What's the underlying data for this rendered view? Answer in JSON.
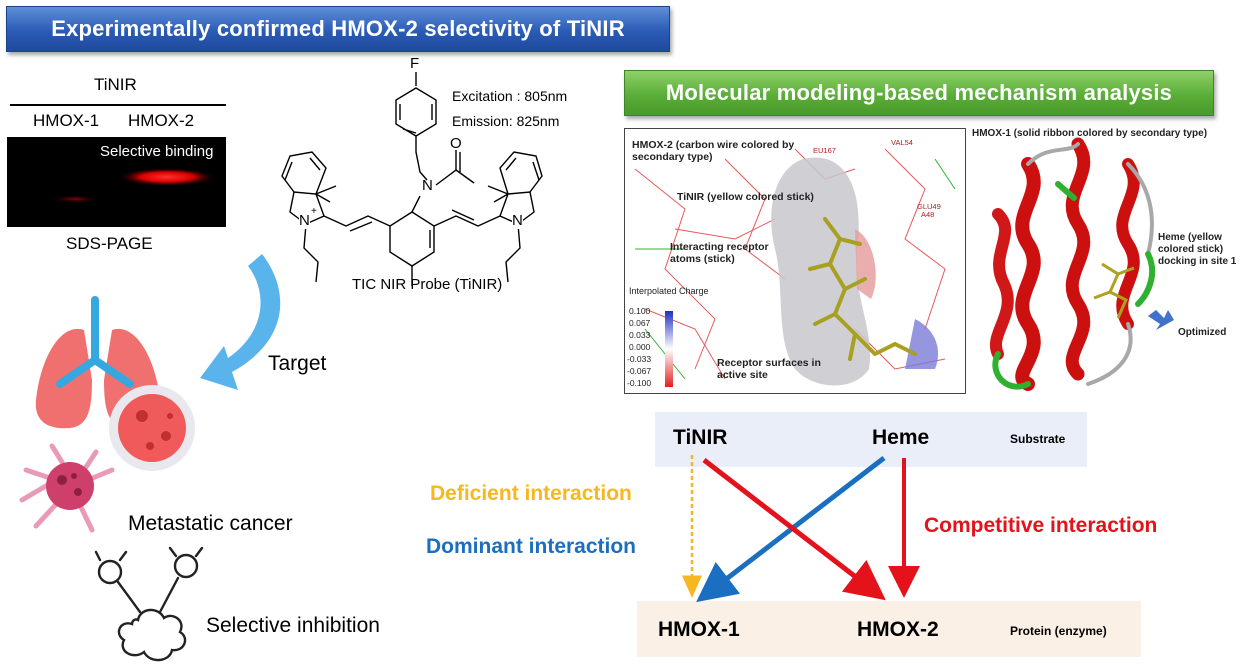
{
  "banners": {
    "left": "Experimentally confirmed HMOX-2 selectivity of TiNIR",
    "right": "Molecular modeling-based mechanism analysis"
  },
  "gel": {
    "title": "TiNIR",
    "lane1": "HMOX-1",
    "lane2": "HMOX-2",
    "band_label": "Selective binding",
    "caption": "SDS-PAGE"
  },
  "probe": {
    "excitation": "Excitation : 805nm",
    "emission": "Emission: 825nm",
    "caption": "TIC NIR Probe (TiNIR)",
    "atom_f": "F",
    "atom_n": "N",
    "atom_o": "O",
    "atom_nplus": "N",
    "plus": "+"
  },
  "left_flow": {
    "target": "Target",
    "metastatic": "Metastatic cancer",
    "inhibition": "Selective inhibition"
  },
  "modeling_left": {
    "title": "HMOX-2 (carbon wire colored by secondary type)",
    "tinir": "TiNIR (yellow colored stick)",
    "receptor_atoms": "Interacting receptor atoms (stick)",
    "surfaces": "Receptor surfaces in active site",
    "charge_title": "Interpolated Charge",
    "charge_ticks": [
      "0.100",
      "0.067",
      "0.033",
      "0.000",
      "-0.033",
      "-0.067",
      "-0.100"
    ],
    "residues": [
      "EU167",
      "VAL54",
      "GLU49",
      "A48"
    ]
  },
  "modeling_right": {
    "title": "HMOX-1 (solid ribbon colored by secondary type)",
    "heme": "Heme (yellow colored stick) docking in site 1",
    "optimized": "Optimized"
  },
  "interaction": {
    "tinir": "TiNIR",
    "heme": "Heme",
    "substrate": "Substrate",
    "hmox1": "HMOX-1",
    "hmox2": "HMOX-2",
    "protein": "Protein (enzyme)",
    "deficient": "Deficient interaction",
    "dominant": "Dominant interaction",
    "competitive": "Competitive interaction"
  },
  "colors": {
    "deficient": "#f5b820",
    "dominant": "#1b6fc0",
    "competitive": "#e3121b",
    "banner_blue": "#2a5bb6",
    "banner_green": "#5aae38",
    "ribbon_red": "#cc1010",
    "arrow_light_blue": "#5ab4ec"
  }
}
